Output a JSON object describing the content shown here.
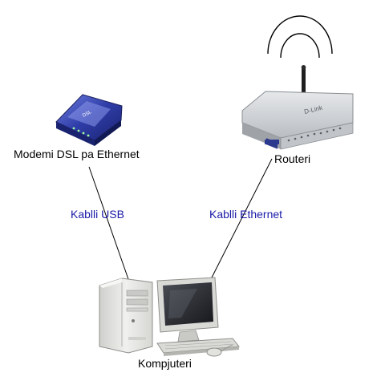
{
  "nodes": {
    "modem": {
      "label": "Modemi DSL pa Ethernet",
      "device_text": "DSL"
    },
    "router": {
      "label": "Routeri",
      "device_text": "D-Link",
      "badge_text": "D-Link"
    },
    "computer": {
      "label": "Kompjuteri"
    }
  },
  "links": {
    "usb": {
      "label": "Kablli USB"
    },
    "ethernet": {
      "label": "Kablli Ethernet"
    }
  },
  "colors": {
    "link_label": "#1a1aa8",
    "modem_body": "#2f3da8",
    "router_body": "#c9cdd2",
    "computer_body": "#e4e4e2"
  }
}
